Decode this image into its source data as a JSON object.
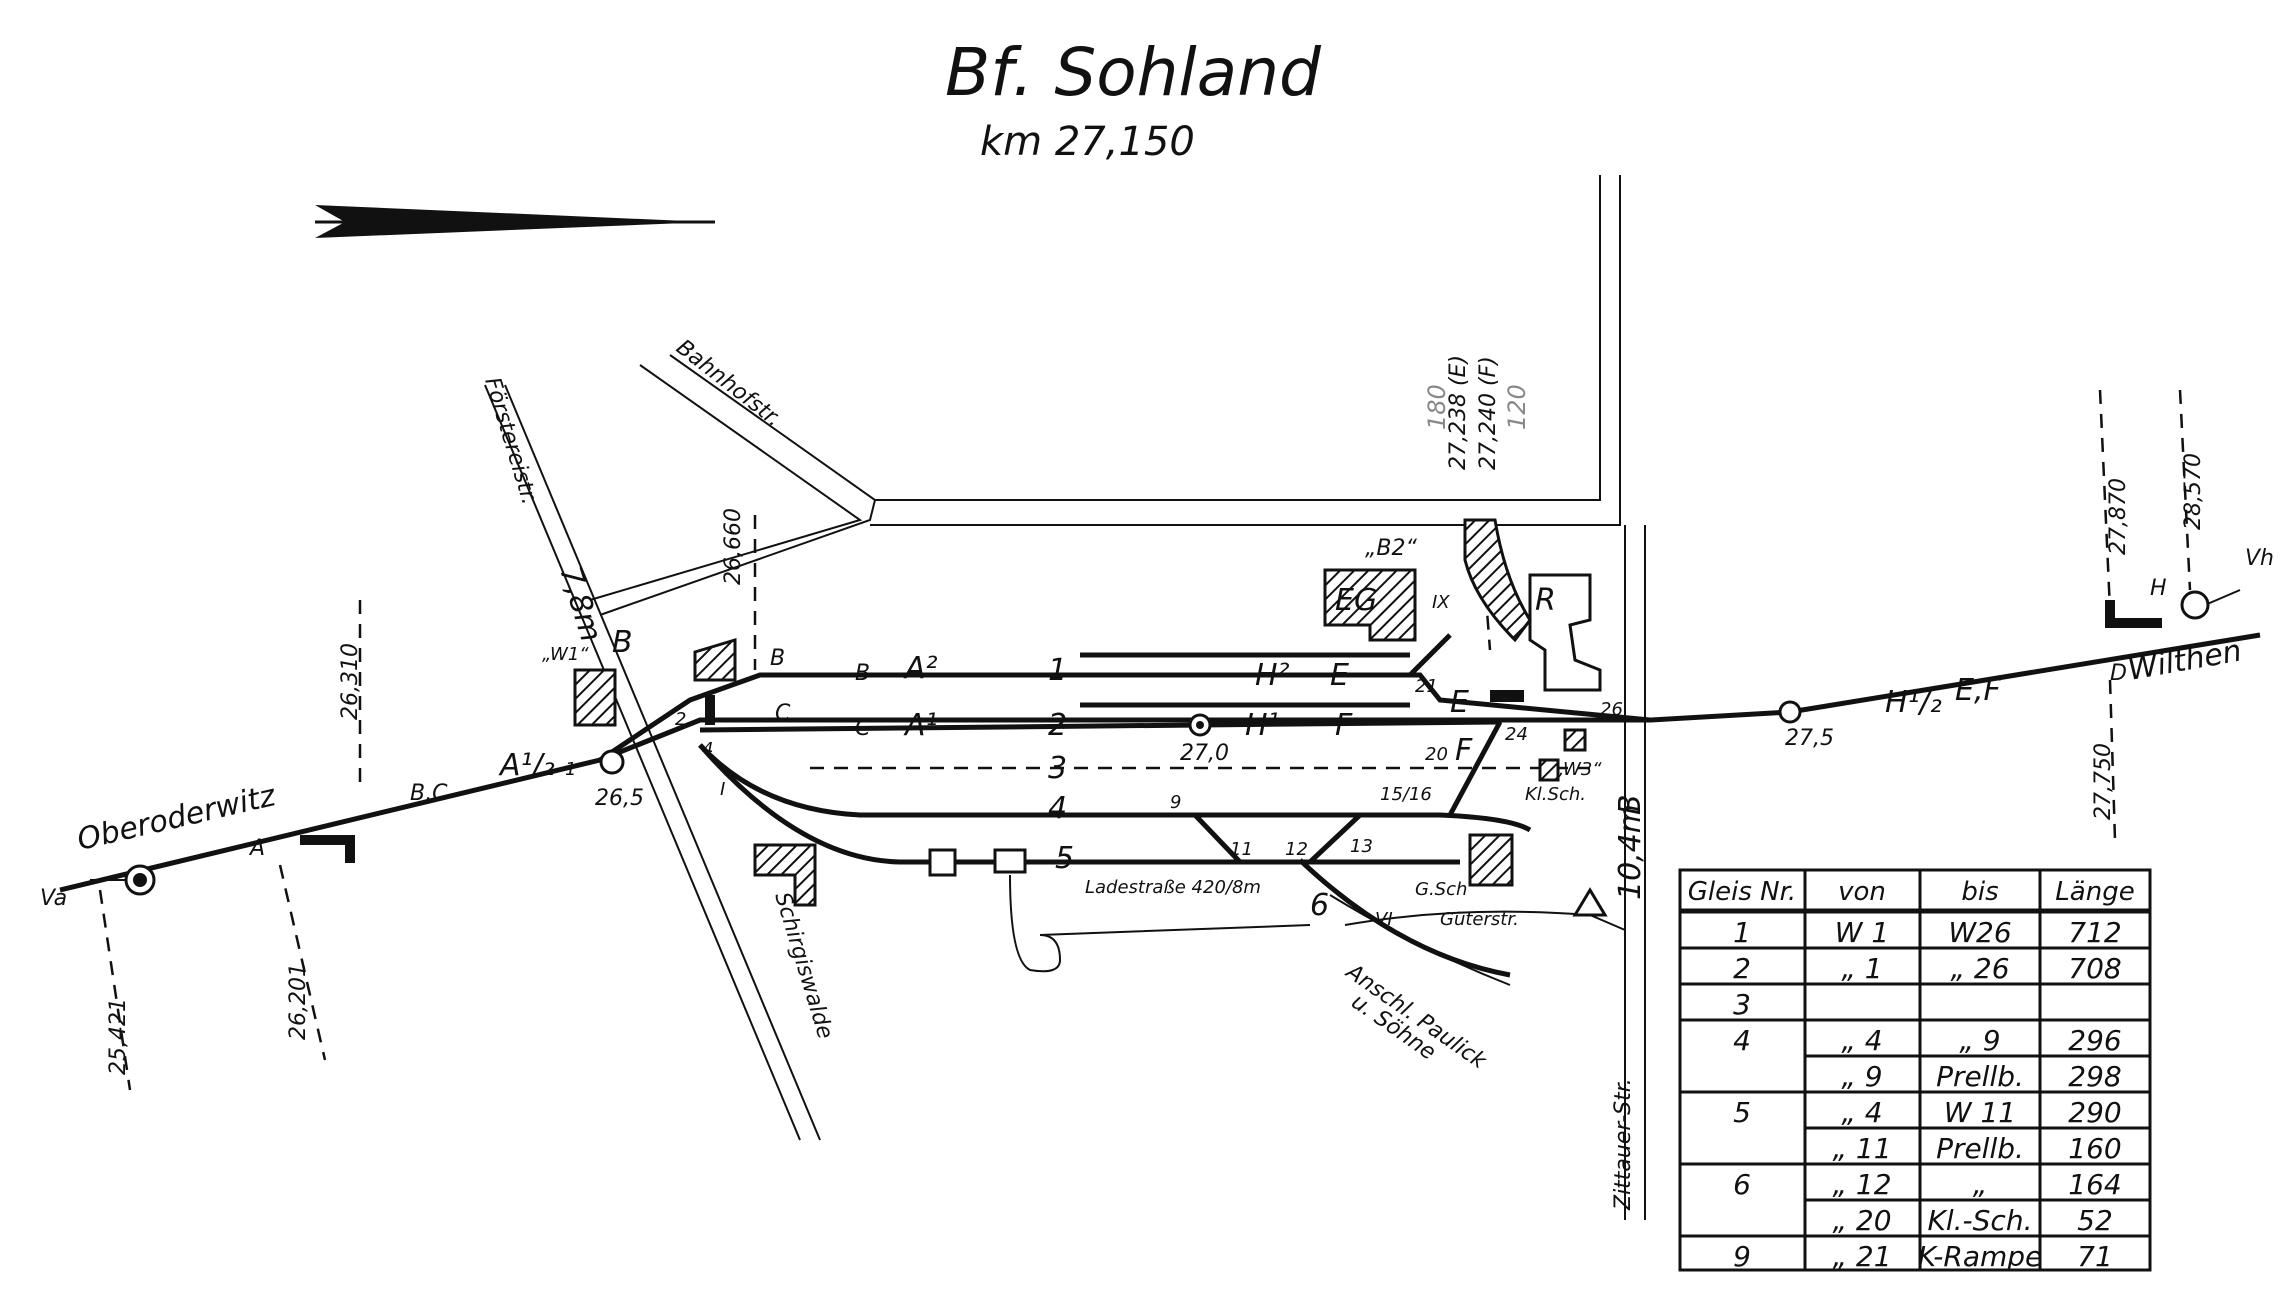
{
  "title": "Bf. Sohland",
  "subtitle": "km 27,150",
  "streets": {
    "bahnhofstr": "Bahnhofstr.",
    "foersterei": "Förstereistr.",
    "schirgiswalde": "Schirgiswalde",
    "zittauer": "Zittauer-Str.",
    "gueter": "Güterstr.",
    "ladestrasse": "Ladestraße 420/8m"
  },
  "places": {
    "oberoderwitz": "Oberoderwitz",
    "wilthen": "Wilthen",
    "anschluss_line1": "Anschl. Paulick",
    "anschluss_line2": "u. Söhne"
  },
  "buildings": {
    "eg": "EG",
    "r": "R",
    "w1": "„W1“",
    "b2": "„B2“",
    "w3": "„W3“",
    "klsch": "Kl.Sch.",
    "gsch": "G.Sch"
  },
  "chainage": {
    "k25421": "25,421",
    "k26201": "26,201",
    "k26310": "26,310",
    "k26660": "26,660",
    "k27238": "27,238 (E)",
    "k27240": "27,240 (F)",
    "k27870": "27,870",
    "k28570": "28,570",
    "k27750": "27,750",
    "k265": "26,5",
    "k270": "27,0",
    "k275": "27,5",
    "p180": "180",
    "p120": "120"
  },
  "signals": {
    "va": "Va",
    "vh": "Vh",
    "a": "A",
    "b": "B",
    "c": "C",
    "d": "D",
    "e": "E",
    "f": "F",
    "h": "H",
    "bc": "B,C",
    "a12": "A¹/₂",
    "a1": "A¹",
    "a2": "A²",
    "h1": "H¹",
    "h2": "H²",
    "h12": "H¹/₂",
    "ef": "E,F",
    "e_lbl": "E",
    "f_lbl": "F",
    "b_small": "B",
    "c_small": "C",
    "xing_b": "B",
    "xing_b2": "B",
    "bridge": "7,8m",
    "bridge2": "10,4m"
  },
  "tracks": {
    "t1": "1",
    "t2": "2",
    "t3": "3",
    "t4": "4",
    "t5": "5",
    "t6": "6"
  },
  "switches": {
    "w1": "1",
    "w2": "2",
    "w4": "4",
    "w9": "9",
    "w11": "11",
    "w12": "12",
    "w13": "13",
    "w1516": "15/16",
    "w20": "20",
    "w21": "21",
    "w24": "24",
    "w26": "26",
    "roman1": "I",
    "roman6": "VI",
    "roman9": "IX"
  },
  "table": {
    "headers": [
      "Gleis Nr.",
      "von",
      "bis",
      "Länge"
    ],
    "rows": [
      [
        "1",
        "W 1",
        "W26",
        "712"
      ],
      [
        "2",
        "„ 1",
        "„ 26",
        "708"
      ],
      [
        "3",
        "",
        "",
        ""
      ],
      [
        "4",
        "„ 4",
        "„ 9",
        "296"
      ],
      [
        "",
        "„ 9",
        "Prellb.",
        "298"
      ],
      [
        "5",
        "„ 4",
        "W 11",
        "290"
      ],
      [
        "",
        "„ 11",
        "Prellb.",
        "160"
      ],
      [
        "6",
        "„ 12",
        "„",
        "164"
      ],
      [
        "",
        "„ 20",
        "Kl.-Sch.",
        "52"
      ],
      [
        "9",
        "„ 21",
        "K-Rampe",
        "71"
      ]
    ]
  }
}
